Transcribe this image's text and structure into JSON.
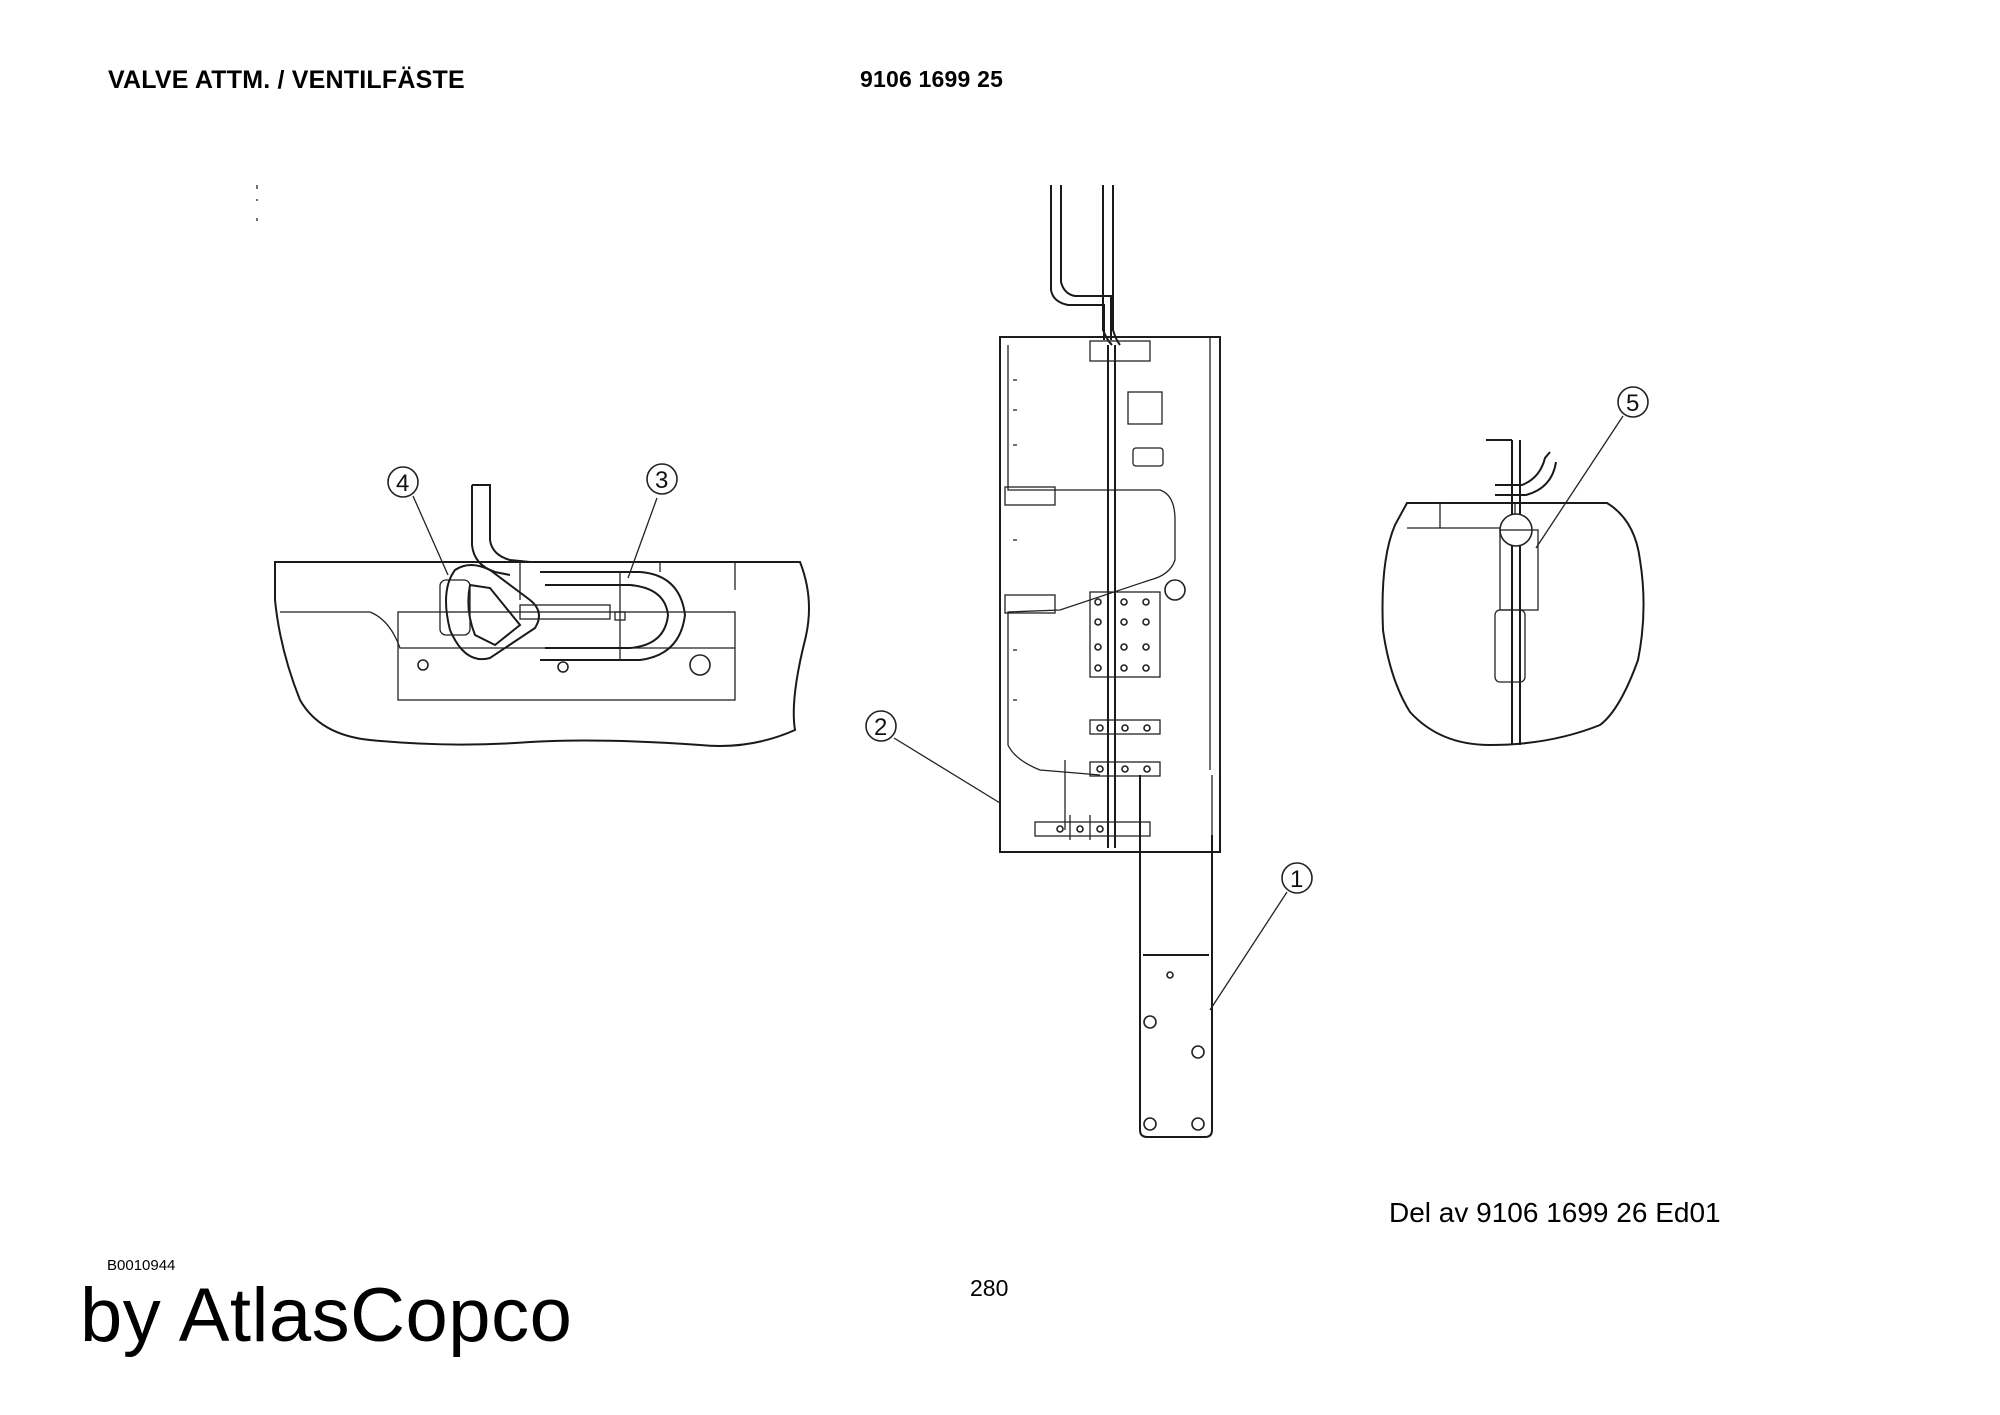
{
  "header": {
    "title": "VALVE ATTM. / VENTILFÄSTE",
    "part_number": "9106 1699 25"
  },
  "callouts": [
    "1",
    "2",
    "3",
    "4",
    "5"
  ],
  "footer": {
    "reference": "Del av 9106 1699 26  Ed01",
    "document_id": "B0010944",
    "page_number": "280",
    "brand": "by AtlasCopco"
  }
}
